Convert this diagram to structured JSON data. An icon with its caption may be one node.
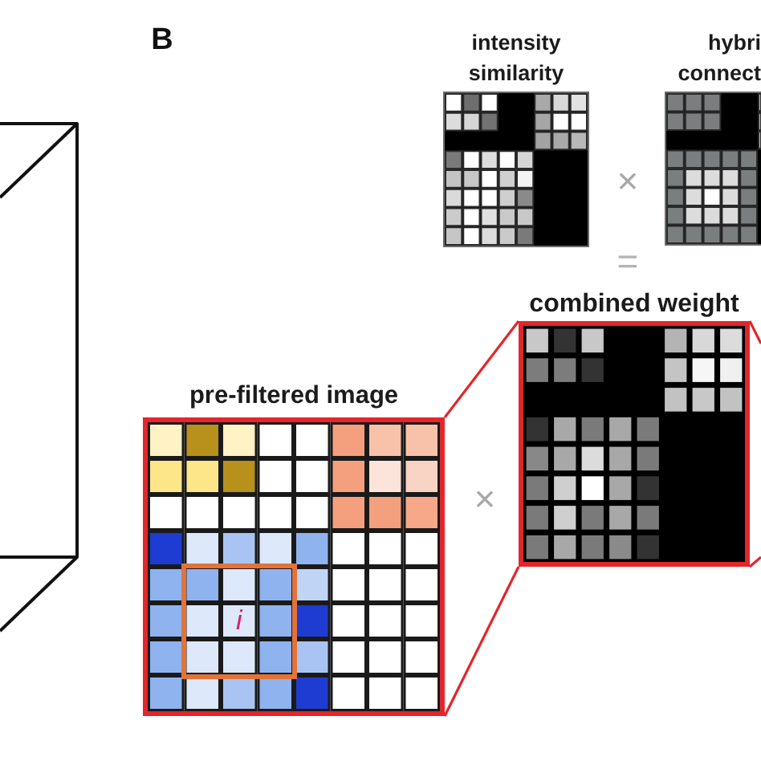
{
  "diagram": {
    "nodes": [
      {
        "text": [
          "intensity similarity"
        ]
      },
      {
        "text": [
          "hybri connect"
        ]
      },
      {
        "text": [
          "combined weight"
        ]
      },
      {
        "text": [
          "pre-filtered image"
        ]
      },
      {
        "text": [
          "i"
        ],
        "in": 3
      }
    ],
    "edges": [
      {
        "from": 3,
        "to": 2,
        "arrow": "none"
      },
      {
        "from": 3,
        "to": 2,
        "arrow": "none"
      },
      {
        "from": 2,
        "to": null,
        "arrow": "none"
      },
      {
        "from": 2,
        "to": null,
        "arrow": "none"
      }
    ],
    "labels": [
      "B",
      "×",
      "=",
      "×"
    ]
  }
}
